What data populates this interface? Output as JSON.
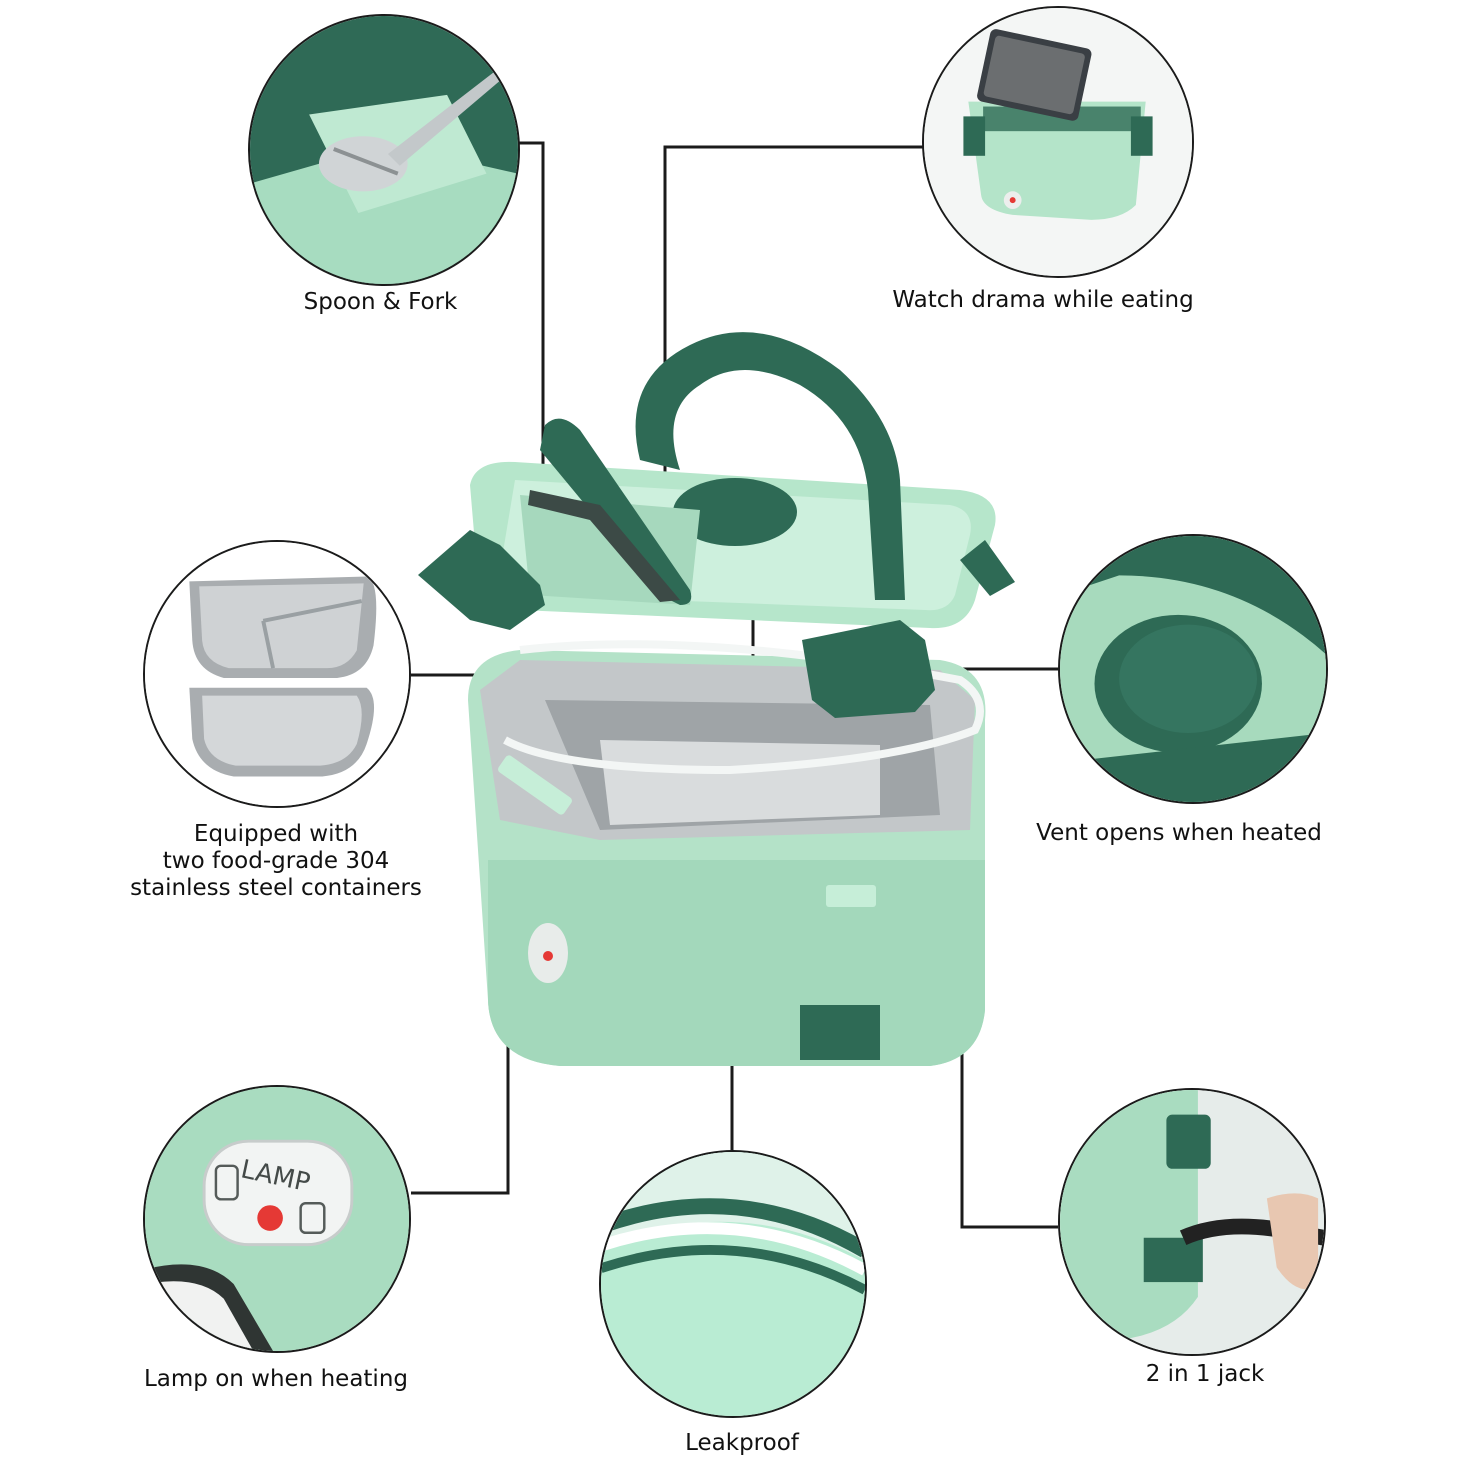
{
  "features": {
    "spoon_fork": "Spoon & Fork",
    "watch_drama": "Watch drama while eating",
    "containers_line1": "Equipped with",
    "containers_line2": "two food-grade 304",
    "containers_line3": "stainless steel containers",
    "vent": "Vent opens when heated",
    "lamp": "Lamp on when heating",
    "jack": "2 in 1 jack",
    "leakproof": "Leakproof"
  },
  "lamp_panel_text": "LAMP",
  "colors": {
    "mint": "#a9dcc0",
    "mint_light": "#c4ecd6",
    "dark_green": "#2e6a55",
    "steel": "#b9bcbe",
    "lamp_red": "#e53935",
    "leader_line": "#1b1b1b"
  },
  "icons": [
    "spoon-icon",
    "fork-icon",
    "phone-icon",
    "lamp-indicator-icon",
    "power-jack-icon"
  ]
}
